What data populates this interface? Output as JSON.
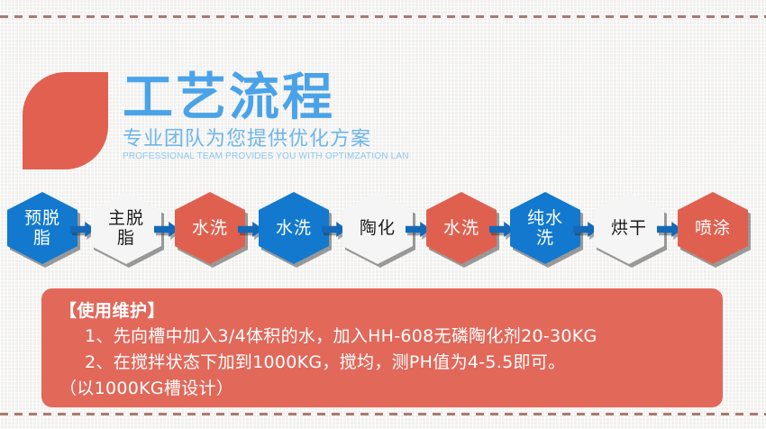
{
  "header": {
    "title": "工艺流程",
    "subtitle_cn": "专业团队为您提供优化方案",
    "subtitle_en": "PROFESSIONAL TEAM PROVIDES YOU WITH OPTIMZATION LAN",
    "accent_blue": "#4aa3e8",
    "accent_red": "#e2604f"
  },
  "flow": {
    "arrow_color": "#1468b8",
    "steps": [
      {
        "label": "预脱脂",
        "color": "blue",
        "hex": "#1279ce"
      },
      {
        "label": "主脱脂",
        "color": "white",
        "hex": "#f5f5f5"
      },
      {
        "label": "水洗",
        "color": "red",
        "hex": "#e0604f"
      },
      {
        "label": "水洗",
        "color": "blue",
        "hex": "#1279ce"
      },
      {
        "label": "陶化",
        "color": "white",
        "hex": "#f5f5f5"
      },
      {
        "label": "水洗",
        "color": "red",
        "hex": "#e0604f"
      },
      {
        "label": "纯水洗",
        "color": "blue",
        "hex": "#1279ce"
      },
      {
        "label": "烘干",
        "color": "white",
        "hex": "#f5f5f5"
      },
      {
        "label": "喷涂",
        "color": "red",
        "hex": "#e0604f"
      }
    ]
  },
  "note": {
    "panel_color": "#e2685a",
    "title": "【使用维护】",
    "item1": "1、先向槽中加入3/4体积的水，加入HH-608无磷陶化剂20-30KG",
    "item2": "2、在搅拌状态下加到1000KG，搅均，测PH值为4-5.5即可。",
    "footer": "（以1000KG槽设计）"
  }
}
